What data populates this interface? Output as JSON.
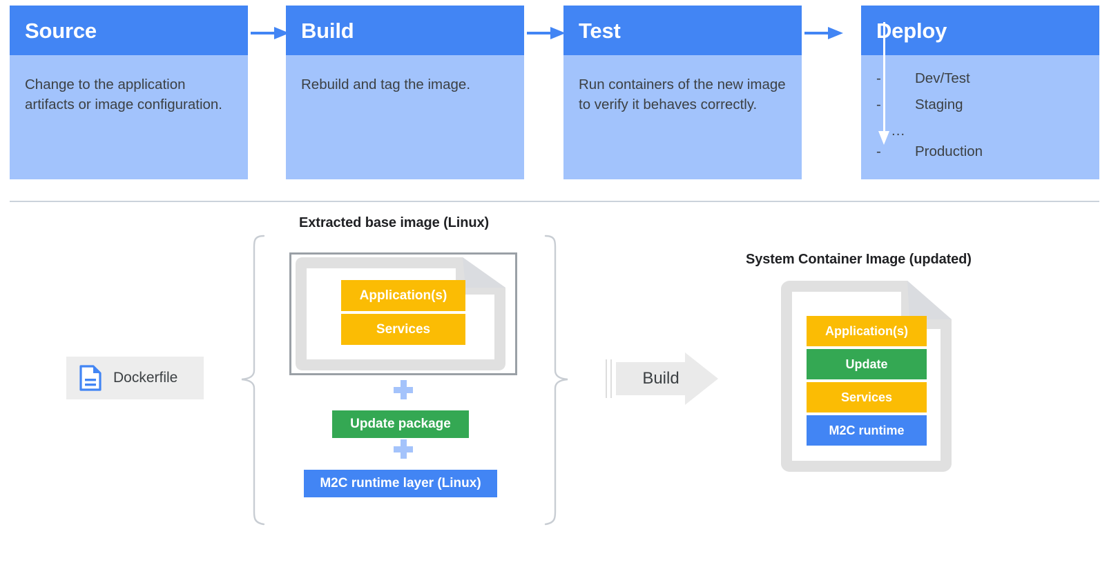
{
  "theme": {
    "blue_header": "#4285F4",
    "blue_body": "#A2C3FC",
    "yellow": "#FBBC04",
    "green": "#34A853",
    "blue_layer": "#4285F4",
    "gray_doc": "#E0E0E0",
    "gray_frame": "#9AA0A6",
    "text_dark": "#3C4043",
    "plus_blue": "#A4C3FB",
    "chip_bg": "#EDEDED",
    "divider": "#CBD2DB"
  },
  "pipeline": {
    "stages": [
      {
        "title": "Source",
        "text": "Change to the application artifacts or image configuration."
      },
      {
        "title": "Build",
        "text": "Rebuild and tag the image."
      },
      {
        "title": "Test",
        "text": "Run containers of the new image to verify it behaves correctly."
      },
      {
        "title": "Deploy",
        "text": "",
        "list": [
          {
            "marker": "-",
            "label": "Dev/Test"
          },
          {
            "marker": "-",
            "label": "Staging"
          },
          {
            "marker": "...",
            "label": ""
          },
          {
            "marker": "-",
            "label": "Production"
          }
        ]
      }
    ],
    "connector_icon": "arrow-right-icon"
  },
  "lower": {
    "base_group": {
      "caption": "Extracted base image (Linux)",
      "frame_layers": [
        {
          "label": "Application(s)",
          "color": "yellow"
        },
        {
          "label": "Services",
          "color": "yellow"
        }
      ],
      "plus_1": "+",
      "update_layer": {
        "label": "Update package",
        "color": "green"
      },
      "plus_2": "+",
      "runtime_layer": {
        "label": "M2C runtime layer (Linux)",
        "color": "blue"
      }
    },
    "dockerfile": {
      "label": "Dockerfile",
      "icon": "file-document-icon"
    },
    "build_arrow": {
      "label": "Build",
      "icon": "block-arrow-right-icon"
    },
    "system_image": {
      "caption": "System Container Image (updated)",
      "layers": [
        {
          "label": "Application(s)",
          "color": "yellow"
        },
        {
          "label": "Update",
          "color": "green"
        },
        {
          "label": "Services",
          "color": "yellow"
        },
        {
          "label": "M2C runtime",
          "color": "blue"
        }
      ]
    }
  }
}
